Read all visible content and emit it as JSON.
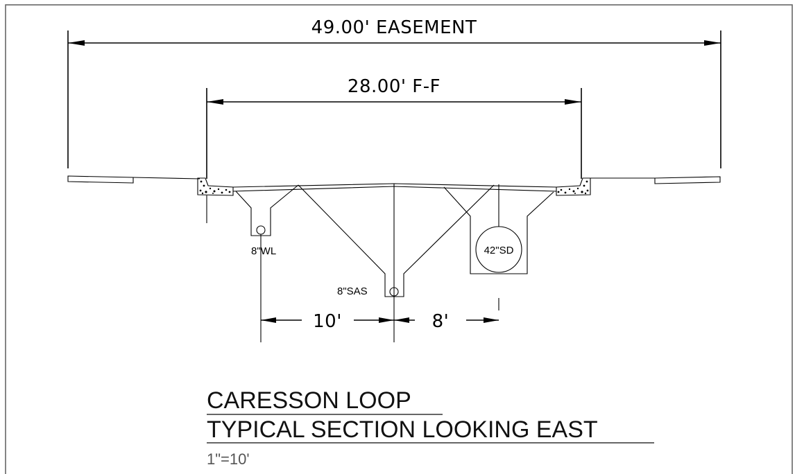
{
  "dimensions": {
    "easement": "49.00' EASEMENT",
    "face_to_face": "28.00' F-F",
    "offset_left": "10'",
    "offset_right": "8'"
  },
  "utilities": {
    "water_line": "8\"WL",
    "sanitary_sewer": "8\"SAS",
    "storm_drain": "42\"SD"
  },
  "title": {
    "line1": "CARESSON LOOP",
    "line2": "TYPICAL SECTION LOOKING EAST",
    "scale": "1\"=10'"
  }
}
